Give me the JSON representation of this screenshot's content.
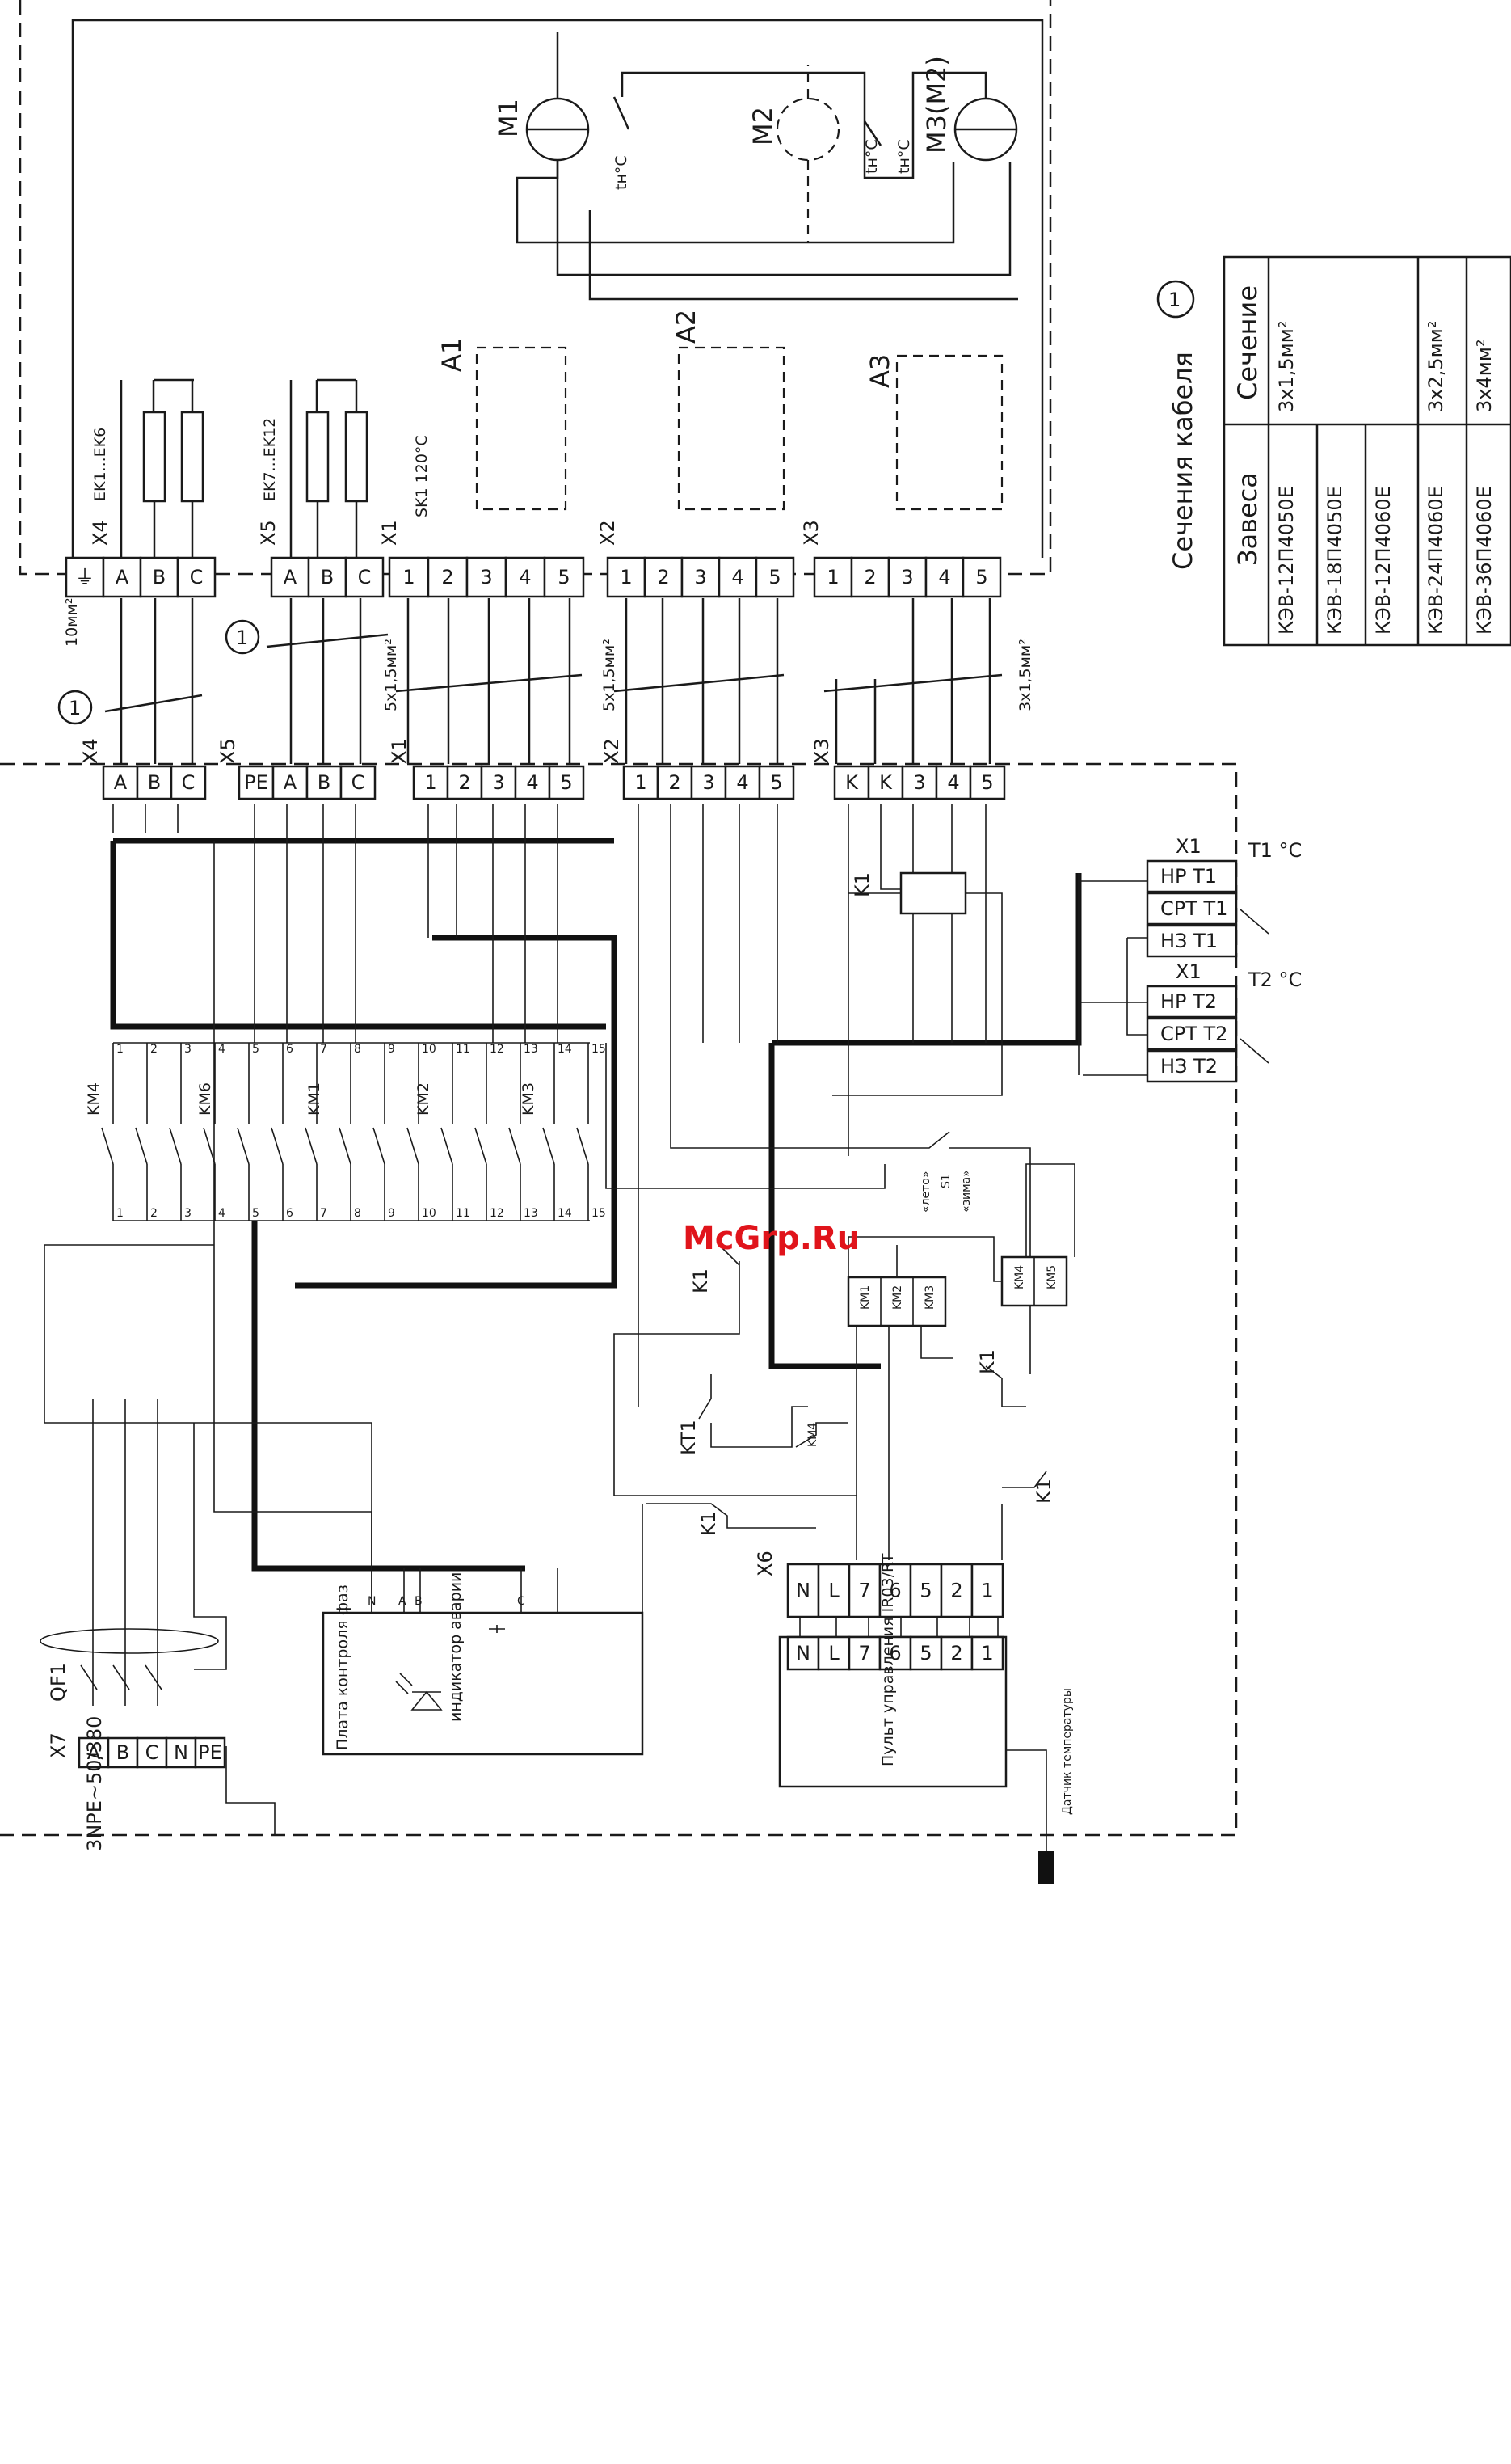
{
  "labels": {
    "motor_m1": "M1",
    "motor_m2": "M2",
    "motor_m3": "M3(M2)",
    "thermo_tn": "tн°С",
    "block_a1": "A1",
    "block_a2": "A2",
    "block_a3": "A3",
    "ek1": "EK1...EK6",
    "ek7": "EK7...EK12",
    "sk1": "SK1 120°C",
    "x1": "X1",
    "x2": "X2",
    "x3": "X3",
    "x4": "X4",
    "x5": "X5",
    "x6": "X6",
    "x7": "X7",
    "cable_10": "10мм²",
    "cable_5x15_a": "5х1,5мм²",
    "cable_5x15_b": "5х1,5мм²",
    "cable_3x15": "3х1,5мм²",
    "circle_1": "1",
    "km4": "KM4",
    "km6": "KM6",
    "km1": "KM1",
    "km2": "KM2",
    "km3": "KM3",
    "km5": "KM5",
    "k1": "K1",
    "kt1": "KT1",
    "s1": "S1",
    "leto": "«лето»",
    "zima": "«зима»",
    "qf1": "QF1",
    "supply": "3NPE~50/380",
    "phase_board": "Плата контроля фаз",
    "alarm_indicator": "индикатор аварии",
    "control_panel": "Пульт управления IR03/RT",
    "temp_sensor": "Датчик температуры",
    "t1": "T1 °С",
    "t2": "T2 °С",
    "hp_t1": "HP T1",
    "cpt_t1": "СРТ T1",
    "nz_t1": "НЗ T1",
    "hp_t2": "HP T2",
    "cpt_t2": "СРТ T2",
    "nz_t2": "НЗ T2",
    "watermark": "McGrp.Ru"
  },
  "terminals": {
    "x4_top": [
      "⏚",
      "A",
      "B",
      "C"
    ],
    "x5_top": [
      "A",
      "B",
      "C"
    ],
    "x1_top": [
      "1",
      "2",
      "3",
      "4",
      "5"
    ],
    "x2_top": [
      "1",
      "2",
      "3",
      "4",
      "5"
    ],
    "x3_top": [
      "1",
      "2",
      "3",
      "4",
      "5"
    ],
    "x4_mid": [
      "A",
      "B",
      "C"
    ],
    "x5_mid": [
      "PE",
      "A",
      "B",
      "C"
    ],
    "x1_mid": [
      "1",
      "2",
      "3",
      "4",
      "5"
    ],
    "x2_mid": [
      "1",
      "2",
      "3",
      "4",
      "5"
    ],
    "x3_mid": [
      "K",
      "K",
      "3",
      "4",
      "5"
    ],
    "x6": [
      "N",
      "L",
      "7",
      "6",
      "5",
      "2",
      "1"
    ],
    "x7": [
      "A",
      "B",
      "C",
      "N",
      "PE"
    ],
    "panel": [
      "N",
      "L",
      "7",
      "6",
      "5",
      "2",
      "1"
    ]
  },
  "cable_table": {
    "title": "Сечения кабеля",
    "title_mark": "1",
    "header_model": "Завеса",
    "header_section": "Сечение",
    "rows": [
      {
        "model": "КЭВ-12П4050Е",
        "section": "3х1,5мм²"
      },
      {
        "model": "КЭВ-18П4050Е",
        "section": ""
      },
      {
        "model": "КЭВ-12П4060Е",
        "section": ""
      },
      {
        "model": "КЭВ-24П4060Е",
        "section": "3х2,5мм²"
      },
      {
        "model": "КЭВ-36П4060Е",
        "section": "3х4мм²"
      }
    ]
  },
  "colors": {
    "ink": "#1a1a1a",
    "watermark": "#e0141b",
    "paper": "#ffffff"
  }
}
